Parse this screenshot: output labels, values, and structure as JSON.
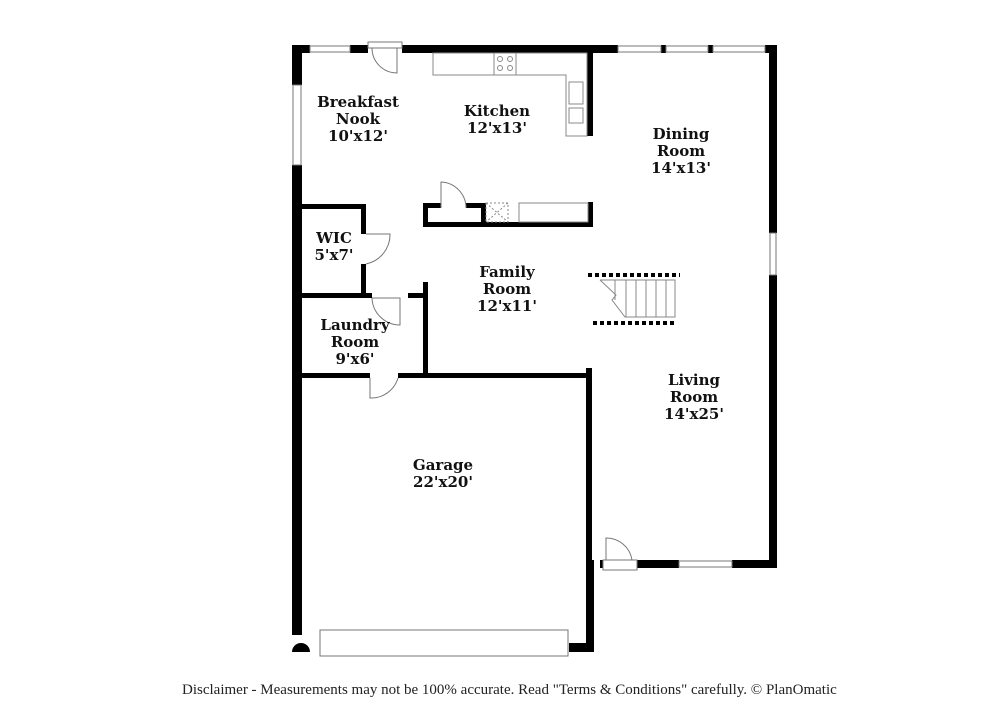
{
  "rooms": [
    {
      "id": "breakfast-nook",
      "name_line1": "Breakfast",
      "name_line2": "Nook",
      "dims": "10'x12'"
    },
    {
      "id": "kitchen",
      "name_line1": "Kitchen",
      "name_line2": "",
      "dims": "12'x13'"
    },
    {
      "id": "dining-room",
      "name_line1": "Dining",
      "name_line2": "Room",
      "dims": "14'x13'"
    },
    {
      "id": "wic",
      "name_line1": "WIC",
      "name_line2": "",
      "dims": "5'x7'"
    },
    {
      "id": "family-room",
      "name_line1": "Family",
      "name_line2": "Room",
      "dims": "12'x11'"
    },
    {
      "id": "laundry-room",
      "name_line1": "Laundry",
      "name_line2": "Room",
      "dims": "9'x6'"
    },
    {
      "id": "living-room",
      "name_line1": "Living",
      "name_line2": "Room",
      "dims": "14'x25'"
    },
    {
      "id": "garage",
      "name_line1": "Garage",
      "name_line2": "",
      "dims": "22'x20'"
    }
  ],
  "footer": {
    "disclaimer": "Disclaimer - Measurements may not be 100% accurate. Read \"Terms & Conditions\" carefully. © PlanOmatic"
  },
  "colors": {
    "wall": "#000000",
    "fixture": "#888888",
    "background": "#ffffff"
  }
}
